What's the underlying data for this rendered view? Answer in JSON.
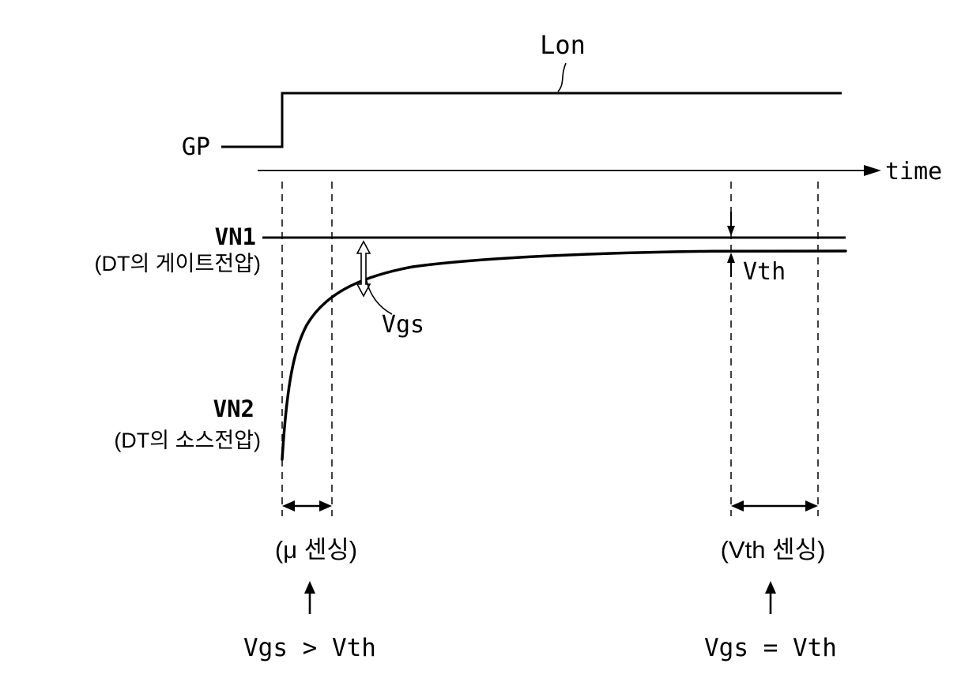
{
  "colors": {
    "ink": "#000000",
    "background": "#ffffff"
  },
  "labels": {
    "lon": "Lon",
    "gp": "GP",
    "time": "time",
    "vn1": "VN1",
    "vn1_sub": "(DT의 게이트전압)",
    "vn2": "VN2",
    "vn2_sub": "(DT의 소스전압)",
    "vgs": "Vgs",
    "vth": "Vth",
    "mu_sensing": "(μ 센싱)",
    "vth_sensing": "(Vth 센싱)",
    "cond_left": "Vgs > Vth",
    "cond_right": "Vgs = Vth"
  }
}
